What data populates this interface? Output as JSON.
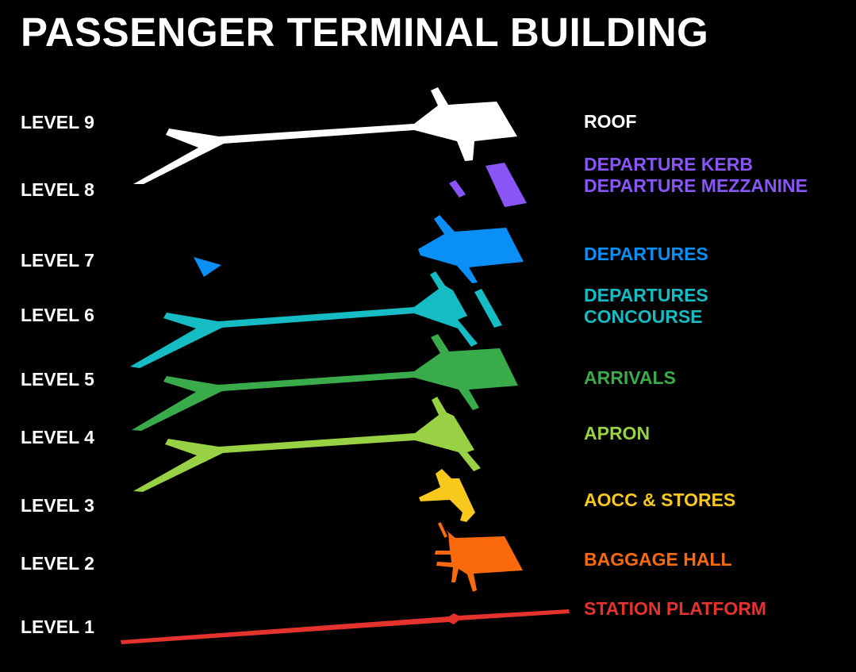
{
  "title": "PASSENGER TERMINAL BUILDING",
  "levels": [
    {
      "label": "LEVEL 9",
      "name": "ROOF",
      "color": "#ffffff"
    },
    {
      "label": "LEVEL 8",
      "name": "DEPARTURE KERB",
      "name2": "DEPARTURE MEZZANINE",
      "color": "#8a55f7"
    },
    {
      "label": "LEVEL 7",
      "name": "DEPARTURES",
      "color": "#0a8ff7"
    },
    {
      "label": "LEVEL 6",
      "name": "DEPARTURES",
      "name2": "CONCOURSE",
      "color": "#16bcc4"
    },
    {
      "label": "LEVEL 5",
      "name": "ARRIVALS",
      "color": "#3aab4a"
    },
    {
      "label": "LEVEL 4",
      "name": "APRON",
      "color": "#98d143"
    },
    {
      "label": "LEVEL 3",
      "name": "AOCC & STORES",
      "color": "#f8c91c"
    },
    {
      "label": "LEVEL 2",
      "name": "BAGGAGE HALL",
      "color": "#fa6a0c"
    },
    {
      "label": "LEVEL 1",
      "name": "STATION PLATFORM",
      "color": "#e6322d"
    }
  ]
}
